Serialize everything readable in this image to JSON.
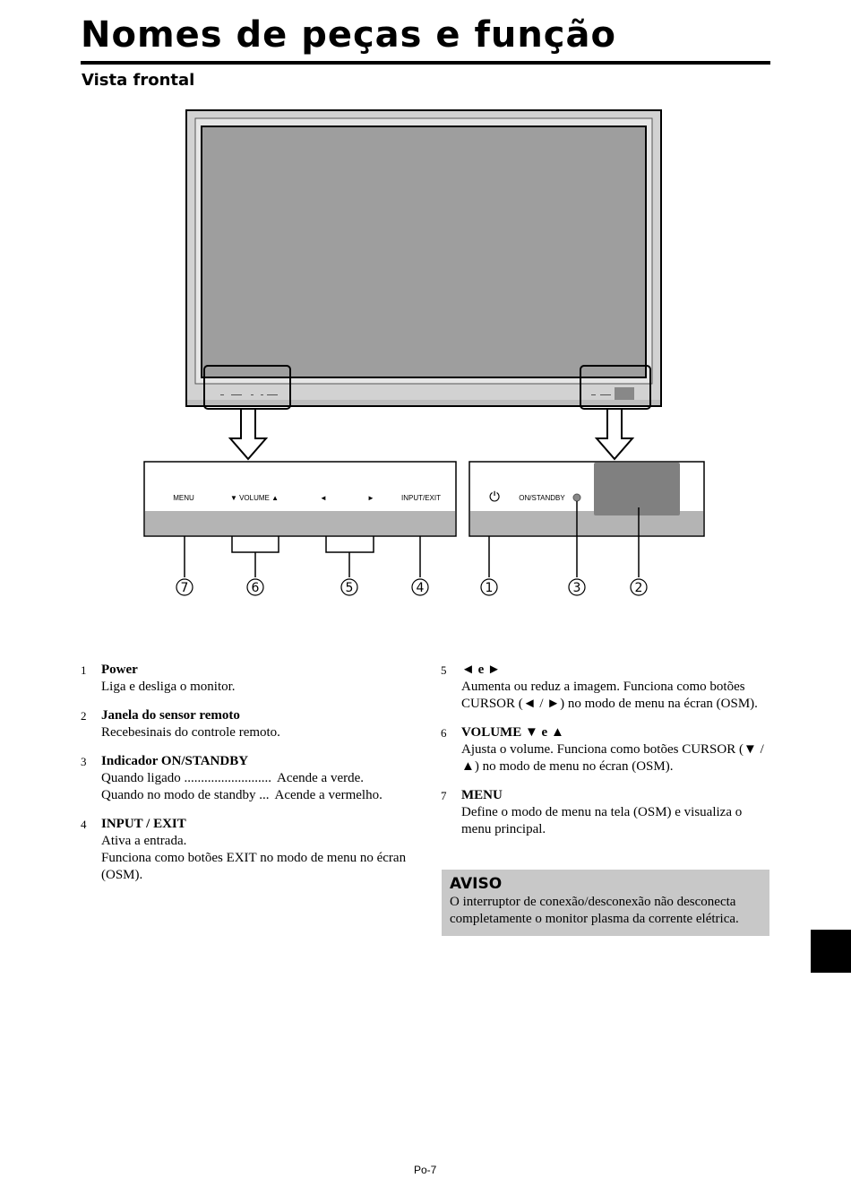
{
  "page": {
    "title": "Nomes de peças e função",
    "subtitle": "Vista frontal",
    "page_number": "Po-7"
  },
  "diagram": {
    "left_panel_labels": {
      "menu": "MENU",
      "volume": "▼ VOLUME ▲",
      "left": "◄",
      "right": "►",
      "input_exit": "INPUT/EXIT"
    },
    "right_panel_labels": {
      "power_symbol": "⏻",
      "on_standby": "ON/STANDBY"
    },
    "callouts": [
      "7",
      "6",
      "5",
      "4",
      "1",
      "3",
      "2"
    ]
  },
  "items": [
    {
      "num": "1",
      "heading": "Power",
      "lines": [
        "Liga e desliga o monitor."
      ]
    },
    {
      "num": "2",
      "heading": "Janela do sensor remoto",
      "lines": [
        "Recebesinais do controle remoto."
      ]
    },
    {
      "num": "3",
      "heading": "Indicador ON/STANDBY",
      "rows": [
        {
          "key": "Quando ligado ..........................",
          "value": "Acende a verde."
        },
        {
          "key": "Quando no modo de standby ...",
          "value": "Acende a vermelho."
        }
      ]
    },
    {
      "num": "4",
      "heading": "INPUT / EXIT",
      "lines": [
        "Ativa a entrada.",
        "Funciona como botões EXIT no modo de menu no écran (OSM)."
      ]
    },
    {
      "num": "5",
      "heading": "◄ e ►",
      "lines": [
        "Aumenta ou reduz a imagem. Funciona como botões CURSOR (◄ / ►) no modo de menu na écran (OSM)."
      ]
    },
    {
      "num": "6",
      "heading": "VOLUME ▼ e ▲",
      "lines": [
        "Ajusta o volume. Funciona como botões CURSOR (▼ / ▲) no modo de menu no écran (OSM)."
      ]
    },
    {
      "num": "7",
      "heading": "MENU",
      "lines": [
        "Define o modo de menu na tela (OSM) e visualiza o menu principal."
      ]
    }
  ],
  "aviso": {
    "heading": "AVISO",
    "text": "O interruptor de conexão/desconexão não desconecta completamente o monitor plasma da corrente elétrica."
  }
}
